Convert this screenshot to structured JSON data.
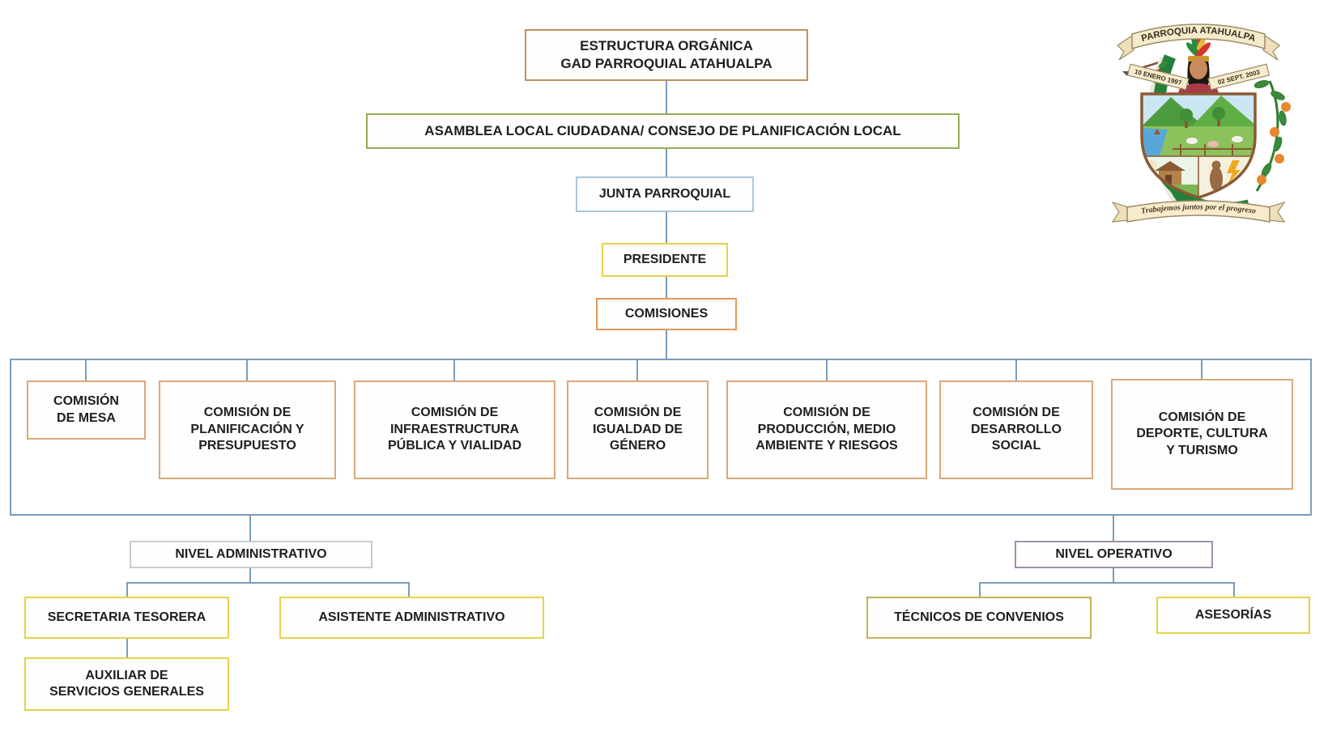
{
  "diagram": {
    "title": "ESTRUCTURA ORGÁNICA\nGAD PARROQUIAL ATAHUALPA",
    "asamblea": "ASAMBLEA LOCAL CIUDADANA/ CONSEJO DE PLANIFICACIÓN LOCAL",
    "junta": "JUNTA PARROQUIAL",
    "presidente": "PRESIDENTE",
    "comisiones": "COMISIONES",
    "commissions": [
      {
        "label": "COMISIÓN\nDE MESA"
      },
      {
        "label": "COMISIÓN DE\nPLANIFICACIÓN Y\nPRESUPUESTO"
      },
      {
        "label": "COMISIÓN DE\nINFRAESTRUCTURA\nPÚBLICA Y VIALIDAD"
      },
      {
        "label": "COMISIÓN DE\nIGUALDAD DE\nGÉNERO"
      },
      {
        "label": "COMISIÓN DE\nPRODUCCIÓN, MEDIO\nAMBIENTE Y RIESGOS"
      },
      {
        "label": "COMISIÓN DE\nDESARROLLO\nSOCIAL"
      },
      {
        "label": "COMISIÓN DE\nDEPORTE, CULTURA\nY TURISMO"
      }
    ],
    "admin_level": {
      "label": "NIVEL ADMINISTRATIVO",
      "children": [
        {
          "label": "SECRETARIA TESORERA"
        },
        {
          "label": "ASISTENTE ADMINISTRATIVO"
        },
        {
          "label": "AUXILIAR DE\nSERVICIOS GENERALES"
        }
      ]
    },
    "operative_level": {
      "label": "NIVEL OPERATIVO",
      "children": [
        {
          "label": "TÉCNICOS DE CONVENIOS"
        },
        {
          "label": "ASESORÍAS"
        }
      ]
    }
  },
  "logo": {
    "top_banner": "PARROQUIA ATAHUALPA",
    "left_banner": "10 ENERO 1997",
    "right_banner": "02 SEPT. 2003",
    "motto": "Trabajemos juntos por el progreso"
  },
  "colors": {
    "connector": "#7c9cba",
    "title_border": "#c0905f",
    "asamblea_border": "#93ac59",
    "junta_border": "#a9c8da",
    "yellow_border": "#e6d24b",
    "comisiones_border": "#e2995b",
    "commission_border": "#d9a978",
    "admin_border": "#cbcbcb",
    "operative_border": "#9f90ac",
    "tecnicos_border": "#c2b257",
    "shield_green": "#23803a",
    "banner_cream": "#f7ebce"
  }
}
